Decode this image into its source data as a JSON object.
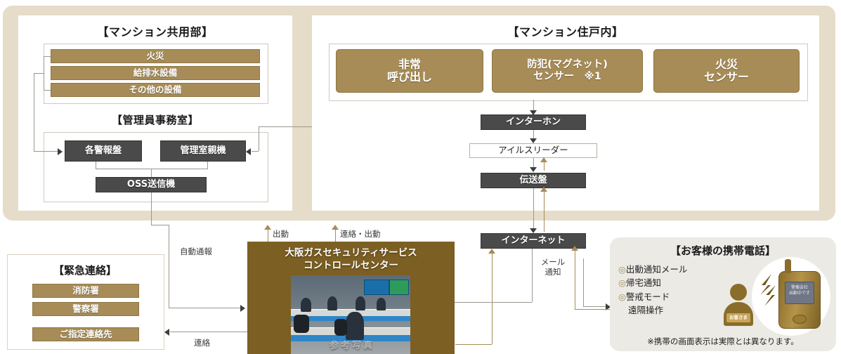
{
  "panels": {
    "common_area": {
      "title": "【マンション共用部】",
      "items": [
        "火災",
        "給排水設備",
        "その他の設備"
      ],
      "manager_room": {
        "title": "【管理員事務室】",
        "nodes": [
          "各警報盤",
          "管理室親機",
          "OSS送信機"
        ]
      }
    },
    "dwelling": {
      "title": "【マンション住戸内】",
      "sensors": [
        {
          "line1": "非常",
          "line2": "呼び出し"
        },
        {
          "line1": "防犯(マグネット)",
          "line2": "センサー　※1"
        },
        {
          "line1": "火災",
          "line2": "センサー"
        }
      ],
      "chain": [
        "インターホン",
        "アイルスリーダー",
        "伝送盤",
        "インターネット"
      ]
    }
  },
  "emergency_card": {
    "title": "【緊急連絡】",
    "items": [
      "消防署",
      "警察署",
      "ご指定連絡先"
    ]
  },
  "control_center": {
    "line1": "大阪ガスセキュリティサービス",
    "line2": "コントロールセンター",
    "photo_watermark": "参考写真"
  },
  "mobile": {
    "title": "【お客様の携帯電話】",
    "features": [
      "出動通知メール",
      "帰宅通知",
      "警戒モード",
      "遠隔操作"
    ],
    "bullet": "◎",
    "note": "※携帯の画面表示は実際とは異なります。",
    "person_tag": "お客さま",
    "screen_line1": "警備会社",
    "screen_line2": "出動中です"
  },
  "edges": {
    "auto_report": "自動通報",
    "dispatch": "出動",
    "contact_dispatch": "連絡・出動",
    "contact": "連絡",
    "mail_line1": "メール",
    "mail_line2": "通知"
  },
  "colors": {
    "tan": "#a78c57",
    "dark": "#4a4a4a",
    "frame": "#e5dcc9",
    "control_center": "#7c5f22"
  }
}
